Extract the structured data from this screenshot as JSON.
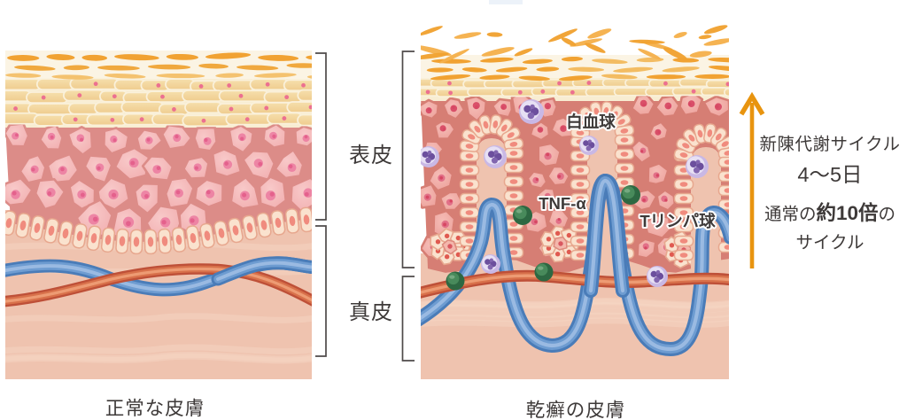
{
  "panels": {
    "normal": {
      "caption": "正常な皮膚"
    },
    "psoriasis": {
      "caption": "乾癬の皮膚",
      "annotations": {
        "leukocyte": "白血球",
        "tnf": "TNF-α",
        "t_lymphocyte": "Tリンパ球"
      }
    }
  },
  "layer_labels": {
    "epidermis": "表皮",
    "dermis": "真皮"
  },
  "cycle_note": {
    "line1": "新陳代謝サイクル",
    "line2": "4〜5日",
    "line3_pre": "通常の",
    "line3_bold": "約10倍",
    "line3_post": "の",
    "line4": "サイクル"
  },
  "palette": {
    "text": "#3E3A39",
    "bracket": "#4F4A49",
    "arrow": "#E8940F",
    "cream": "#FBF4E4",
    "flake_bright": "#F1A232",
    "flake_soft": "#F3BC62",
    "tan_bg": "#F8EDD2",
    "tan_hi": "#F6DFAC",
    "tan_lo": "#EFCC8E",
    "tan_stroke": "#FAF1DB",
    "tan_dot": "#EC7090",
    "pink_bg_L": "#DC8C88",
    "pink_hi_L": "#F8C9C9",
    "pink_lo_L": "#F1ADAE",
    "nuc_L": "#EC7FA2",
    "nuc2_L": "#E4618C",
    "pink_bg_R": "#D67E74",
    "pink_hi_R": "#F5BCB6",
    "pink_lo_R": "#EC9F99",
    "nuc_R": "#E06A84",
    "nuc2_R": "#D74763",
    "basal_fill": "#FAE2CE",
    "basal_stroke": "#E7A78E",
    "basal_nuc": "#F08B7E",
    "dermis": "#EFC3AF",
    "dermis_hi": "#F6D6C6",
    "vein_o": "#4A7CB8",
    "vein_m": "#6E9CD1",
    "vein_h": "#9FBEE3",
    "artery_o": "#BE5038",
    "artery_m": "#D8714B",
    "artery_h": "#F0A078",
    "tcell_d": "#2D6842",
    "tcell_m": "#4A8C5D",
    "tcell_h": "#77AB83",
    "wbc_body": "#C9B8E5",
    "wbc_light": "#E7E0F4",
    "wbc_nuc": "#6C4F9D",
    "wbc_nuc2": "#8266AF"
  }
}
